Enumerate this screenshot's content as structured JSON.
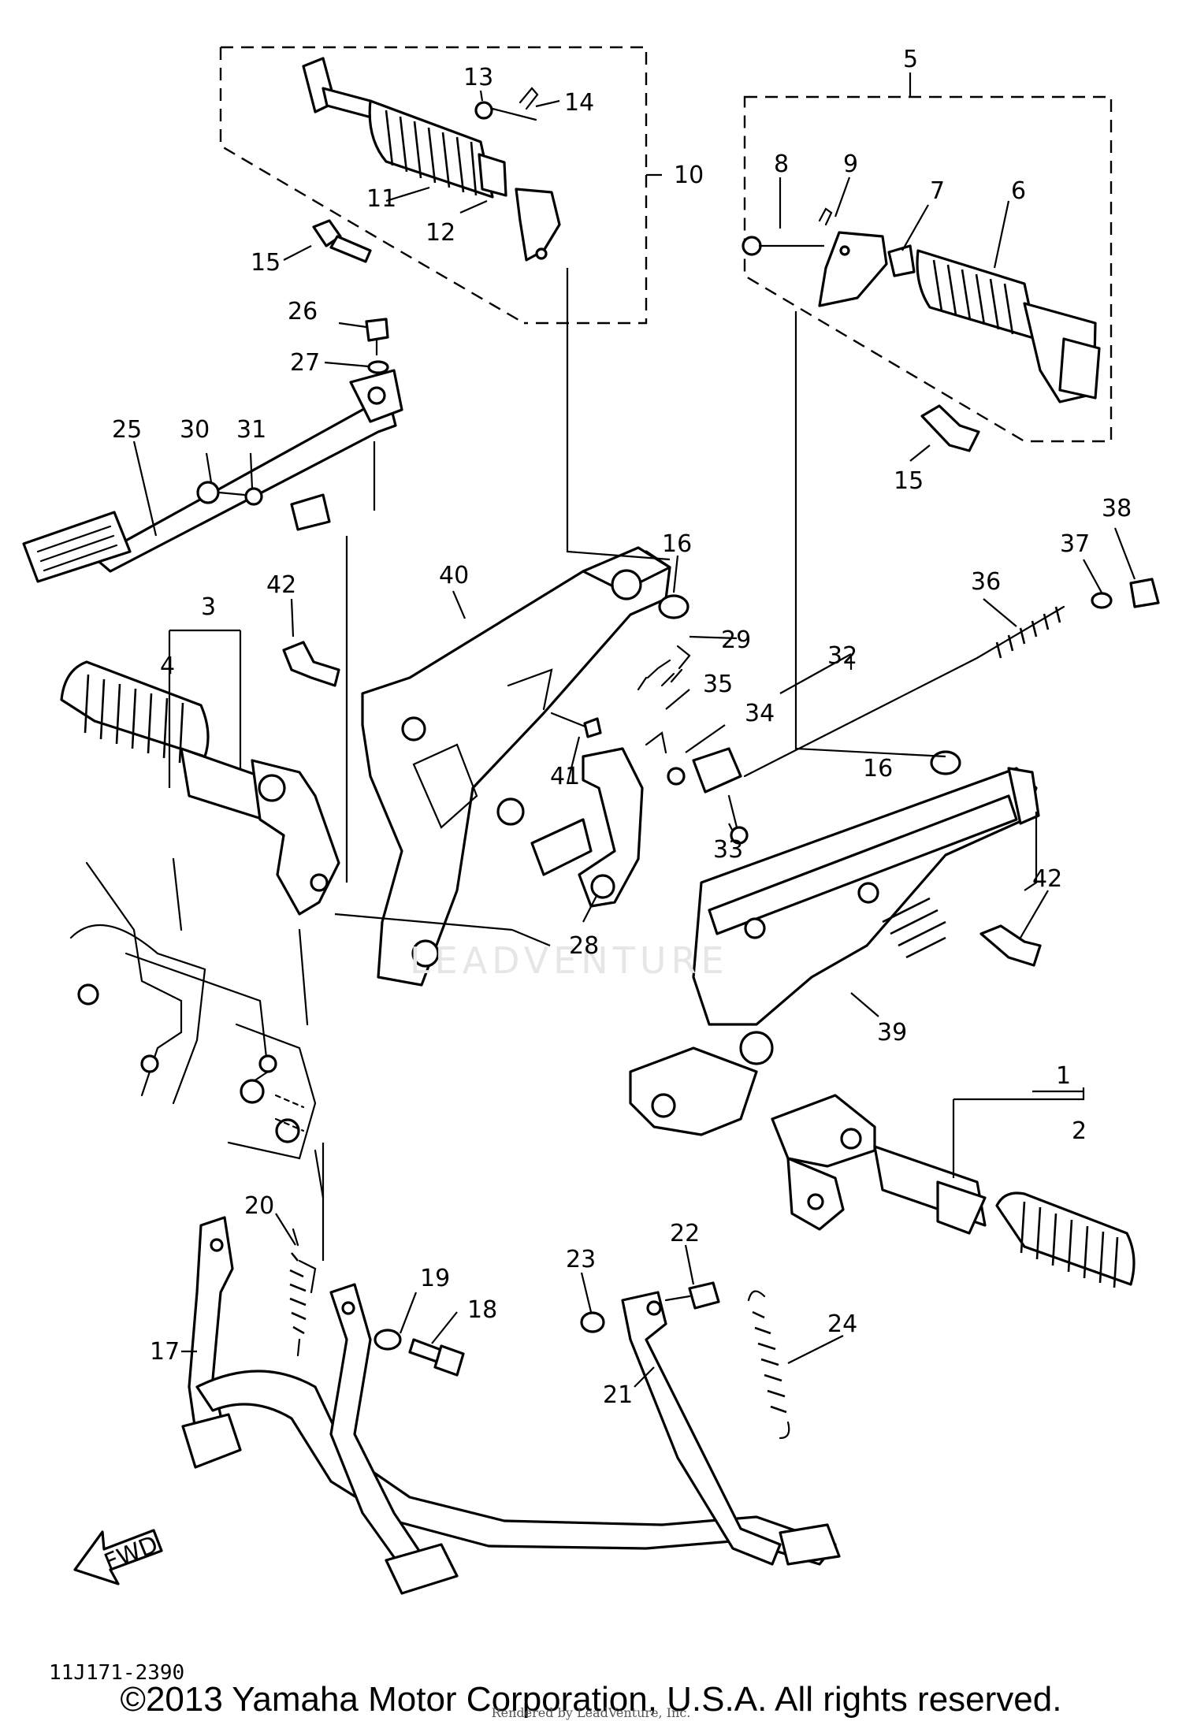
{
  "diagram": {
    "figure_code": "11J171-2390",
    "copyright": "©2013 Yamaha Motor Corporation, U.S.A. All rights reserved.",
    "renderer_note": "Rendered by LeadVenture, Inc.",
    "watermark": "LEADVENTURE",
    "fwd_label": "FWD",
    "callouts": [
      "1",
      "2",
      "3",
      "4",
      "5",
      "6",
      "7",
      "8",
      "9",
      "10",
      "11",
      "12",
      "13",
      "14",
      "15",
      "15",
      "16",
      "16",
      "17",
      "18",
      "19",
      "20",
      "21",
      "22",
      "23",
      "24",
      "25",
      "26",
      "27",
      "28",
      "29",
      "30",
      "31",
      "32",
      "33",
      "34",
      "35",
      "36",
      "37",
      "38",
      "39",
      "40",
      "41",
      "42",
      "42"
    ]
  }
}
